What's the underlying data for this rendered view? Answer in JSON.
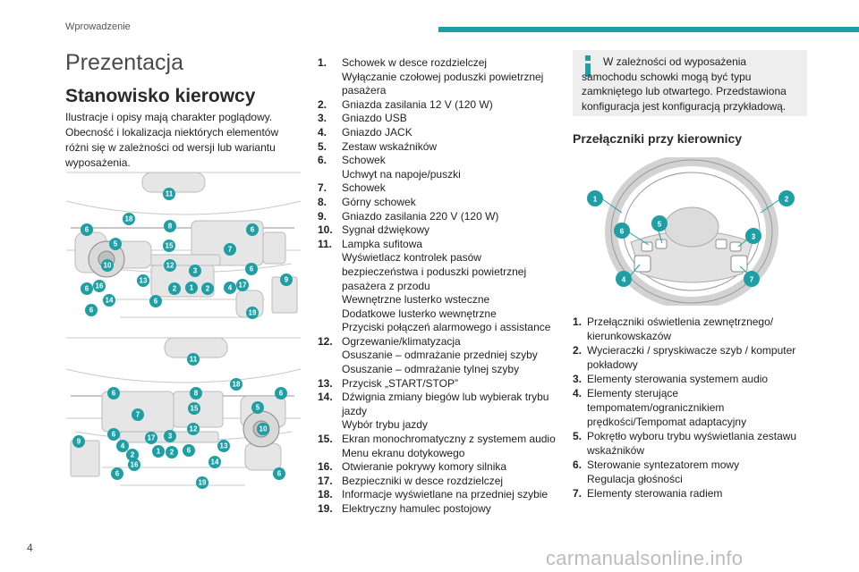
{
  "header": {
    "section_label": "Wprowadzenie"
  },
  "page_title": "Prezentacja",
  "section_title": "Stanowisko kierowcy",
  "intro": "Ilustracje i opisy mają charakter poglądowy. Obecność i lokalizacja niektórych elementów różni się w zależności od wersji lub wariantu wyposażenia.",
  "accent_color": "#1f9fa3",
  "dashboard_list": [
    {
      "num": "1.",
      "lines": [
        "Schowek w desce rozdzielczej",
        "Wyłączanie czołowej poduszki powietrznej pasażera"
      ]
    },
    {
      "num": "2.",
      "lines": [
        "Gniazda zasilania 12 V (120 W)"
      ]
    },
    {
      "num": "3.",
      "lines": [
        "Gniazdo USB"
      ]
    },
    {
      "num": "4.",
      "lines": [
        "Gniazdo JACK"
      ]
    },
    {
      "num": "5.",
      "lines": [
        "Zestaw wskaźników"
      ]
    },
    {
      "num": "6.",
      "lines": [
        "Schowek",
        "Uchwyt na napoje/puszki"
      ]
    },
    {
      "num": "7.",
      "lines": [
        "Schowek"
      ]
    },
    {
      "num": "8.",
      "lines": [
        "Górny schowek"
      ]
    },
    {
      "num": "9.",
      "lines": [
        "Gniazdo zasilania 220 V (120 W)"
      ]
    },
    {
      "num": "10.",
      "lines": [
        "Sygnał dźwiękowy"
      ]
    },
    {
      "num": "11.",
      "lines": [
        "Lampka sufitowa",
        "Wyświetlacz kontrolek pasów bezpieczeństwa i poduszki powietrznej pasażera z przodu",
        "Wewnętrzne lusterko wsteczne",
        "Dodatkowe lusterko wewnętrzne",
        "Przyciski połączeń alarmowego i assistance"
      ]
    },
    {
      "num": "12.",
      "lines": [
        "Ogrzewanie/klimatyzacja",
        "Osuszanie – odmrażanie przedniej szyby",
        "Osuszanie – odmrażanie tylnej szyby"
      ]
    },
    {
      "num": "13.",
      "lines": [
        "Przycisk „START/STOP”"
      ]
    },
    {
      "num": "14.",
      "lines": [
        "Dźwignia zmiany biegów lub wybierak trybu jazdy",
        "Wybór trybu jazdy"
      ]
    },
    {
      "num": "15.",
      "lines": [
        "Ekran monochromatyczny z systemem audio",
        "Menu ekranu dotykowego"
      ]
    },
    {
      "num": "16.",
      "lines": [
        "Otwieranie pokrywy komory silnika"
      ]
    },
    {
      "num": "17.",
      "lines": [
        "Bezpieczniki w desce rozdzielczej"
      ]
    },
    {
      "num": "18.",
      "lines": [
        "Informacje wyświetlane na przedniej szybie"
      ]
    },
    {
      "num": "19.",
      "lines": [
        "Elektryczny hamulec postojowy"
      ]
    }
  ],
  "info_box": {
    "icon": "info-icon",
    "text": "W zależności od wyposażenia samochodu schowki mogą być typu zamkniętego lub otwartego. Przedstawiona konfiguracja jest konfiguracją przykładową."
  },
  "steering_title": "Przełączniki przy kierownicy",
  "steering_list": [
    {
      "num": "1.",
      "lines": [
        "Przełączniki oświetlenia zewnętrznego/ kierunkowskazów"
      ]
    },
    {
      "num": "2.",
      "lines": [
        "Wycieraczki / spryskiwacze szyb / komputer pokładowy"
      ]
    },
    {
      "num": "3.",
      "lines": [
        "Elementy sterowania systemem audio"
      ]
    },
    {
      "num": "4.",
      "lines": [
        "Elementy sterujące tempomatem/ogranicznikiem prędkości/Tempomat adaptacyjny"
      ]
    },
    {
      "num": "5.",
      "lines": [
        "Pokrętło wyboru trybu wyświetlania zestawu wskaźników"
      ]
    },
    {
      "num": "6.",
      "lines": [
        "Sterowanie syntezatorem mowy",
        "Regulacja głośności"
      ]
    },
    {
      "num": "7.",
      "lines": [
        "Elementy sterowania radiem"
      ]
    }
  ],
  "page_number": "4",
  "watermark": "carmanualsonline.info",
  "illustration_badges_top": [
    "11",
    "18",
    "8",
    "6",
    "6",
    "5",
    "15",
    "7",
    "10",
    "12",
    "3",
    "6",
    "9",
    "13",
    "6",
    "2",
    "1",
    "2",
    "4",
    "17",
    "16",
    "14",
    "6",
    "6",
    "19"
  ],
  "illustration_badges_bottom": [
    "11",
    "18",
    "8",
    "6",
    "6",
    "7",
    "15",
    "5",
    "10",
    "12",
    "3",
    "6",
    "4",
    "17",
    "2",
    "1",
    "2",
    "6",
    "13",
    "9",
    "6",
    "16",
    "14",
    "6",
    "19"
  ],
  "wheel_badges": [
    "1",
    "2",
    "6",
    "5",
    "3",
    "4",
    "7"
  ]
}
